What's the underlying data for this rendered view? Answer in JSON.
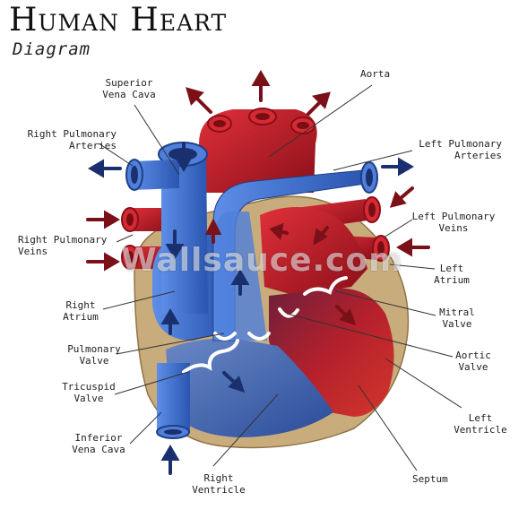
{
  "title": "Human Heart",
  "subtitle": "Diagram",
  "watermark": "Wallsauce.com",
  "labels": {
    "aorta": [
      "Aorta"
    ],
    "superior_vena_cava": [
      "Superior",
      "Vena Cava"
    ],
    "right_pulmonary_arteries": [
      "Right Pulmonary",
      "Arteries"
    ],
    "left_pulmonary_arteries": [
      "Left Pulmonary",
      "Arteries"
    ],
    "left_pulmonary_veins": [
      "Left Pulmonary",
      "Veins"
    ],
    "right_pulmonary_veins": [
      "Right Pulmonary",
      "Veins"
    ],
    "left_atrium": [
      "Left",
      "Atrium"
    ],
    "right_atrium": [
      "Right",
      "Atrium"
    ],
    "mitral_valve": [
      "Mitral",
      "Valve"
    ],
    "pulmonary_valve": [
      "Pulmonary",
      "Valve"
    ],
    "aortic_valve": [
      "Aortic",
      "Valve"
    ],
    "tricuspid_valve": [
      "Tricuspid",
      "Valve"
    ],
    "left_ventricle": [
      "Left",
      "Ventricle"
    ],
    "inferior_vena_cava": [
      "Inferior",
      "Vena Cava"
    ],
    "right_ventricle": [
      "Right",
      "Ventricle"
    ],
    "septum": [
      "Septum"
    ]
  },
  "colors": {
    "oxygenated": "#c8102e",
    "deoxygenated": "#2f62c4",
    "wall": "#c8ab7a",
    "arrow_red": "#7a1018",
    "arrow_blue": "#1a2f6e"
  }
}
